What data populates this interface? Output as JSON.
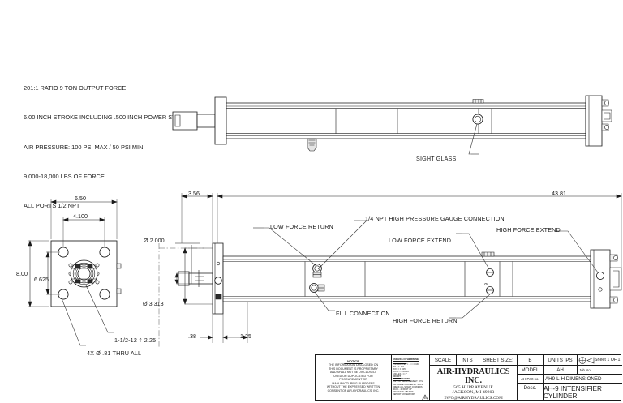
{
  "drawing": {
    "title": "AH-9 INTENSIFIER CYLINDER",
    "notes": "201:1 RATIO 9 TON OUTPUT FORCE\n6.00 INCH STROKE INCLUDING .500 INCH POWER STROKE\nAIR PRESSURE: 100 PSI MAX / 50 PSI MIN\n9,000-18,000 LBS OF FORCE\nALL PORTS 1/2 NPT",
    "note_lines": [
      "201:1 RATIO 9 TON OUTPUT FORCE",
      "6.00 INCH STROKE INCLUDING .500 INCH POWER STROKE",
      "AIR PRESSURE: 100 PSI MAX / 50 PSI MIN",
      "9,000-18,000 LBS OF FORCE",
      "ALL PORTS 1/2 NPT"
    ]
  },
  "callouts": {
    "sight_glass": "SIGHT GLASS",
    "low_force_return_top": "LOW FORCE RETURN",
    "gauge_connection": "1/4 NPT HIGH PRESSURE GAUGE CONNECTION",
    "low_force_extend": "LOW FORCE EXTEND",
    "high_force_extend": "HIGH FORCE EXTEND",
    "fill_connection": "FILL CONNECTION",
    "high_force_return": "HIGH FORCE RETURN",
    "thread_spec": "1-1/2-12 ⍏ 2.25",
    "hole_spec": "4X Ø .81 THRU ALL"
  },
  "dimensions": {
    "end_width": "6.50",
    "bolt_horiz": "4.100",
    "end_height": "8.00",
    "bolt_vert": "6.625",
    "rod_dia": "Ø 2.000",
    "flange_dia": "Ø 3.313",
    "front_offset": "3.56",
    "overall_length": "43.81",
    "small_left": ".38",
    "small_right": "1.25"
  },
  "title_block": {
    "notice_heading": "---NOTICE---",
    "notice_body": "THE INFORMATION DISCLOSED ON\nTHIS DOCUMENT IS PROPRIETARY\nAND SHALL NOT BE DISCLOSED,\nUSED OR DUPLICATED FOR\nPROCUREMENT OR\nMANUFACTURING PURPOSES\nWITHOUT THE EXPRESSED WRITTEN\nCONSENT OF AIR-HYDRAULICS, INC.",
    "tolerance_heading": "UNLESS OTHERWISE SPECIFIED:",
    "tolerance_body": "TOLERANCES  =        .X = ± .030\n                              .XX = ± .010\n                             .XXX = ± .005\n                           .XXXX = ± BASIC\n                          ANGLES = ± 1°",
    "do_not_scale": "DO NOT\nSCALE DRAWING",
    "tolerance_footer": "UNIT OF MEASUREMENT: I.P.S.\nALL INSIDE CORNERS = .020 R.\nBREAK ALL SHARP CORNERS\n.010R - .015R AT 45°\nREMOVE ALL BURRS\nREPORT ANY ERRORS",
    "finish": "250",
    "scale_label": "SCALE",
    "scale_value": "NTS",
    "sheet_size_label": "SHEET SIZE:",
    "sheet_size_value": "B",
    "units_label": "UNITS IPS",
    "sheet_number": "Sheet 1 OF 1",
    "company": "AIR-HYDRAULICS INC.",
    "address1": "565 HUPP AVENUE",
    "address2": "JACKSON, MI 49203",
    "email": "INFO@AIRHYDRAULICS.COM",
    "model_label": "MODEL",
    "model_value": "AH",
    "job_label": "Job No.",
    "job_value": "",
    "part_label": "AH Part no.",
    "part_value": "AH9-L-H DIMENSIONED",
    "desc_label": "Desc.",
    "desc_value": "AH-9 INTENSIFIER CYLINDER"
  },
  "view_labels": {
    "top_view": "top-assembly-view",
    "end_view": "end-elevation-view",
    "main_view": "main-assembly-view"
  }
}
